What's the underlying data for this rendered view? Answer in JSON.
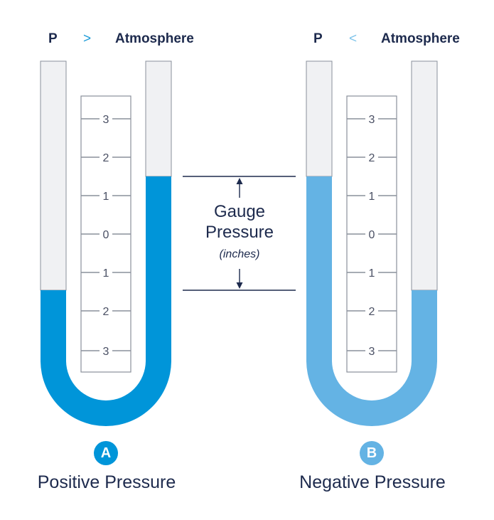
{
  "left": {
    "p_label": "P",
    "operator": ">",
    "atmosphere_label": "Atmosphere",
    "badge": "A",
    "caption": "Positive Pressure",
    "color": "#0095d9"
  },
  "right": {
    "p_label": "P",
    "operator": "<",
    "atmosphere_label": "Atmosphere",
    "badge": "B",
    "caption": "Negative Pressure",
    "color": "#64b3e4"
  },
  "scale_ticks": [
    "3",
    "2",
    "1",
    "0",
    "1",
    "2",
    "3"
  ],
  "center_label": {
    "line1": "Gauge",
    "line2": "Pressure",
    "unit": "(inches)"
  },
  "colors": {
    "tube_empty": "#f0f1f3",
    "tube_stroke": "#8a909b",
    "text": "#1d2a4d",
    "operator_left": "#1e9bd7",
    "operator_right": "#7fc4ea"
  }
}
